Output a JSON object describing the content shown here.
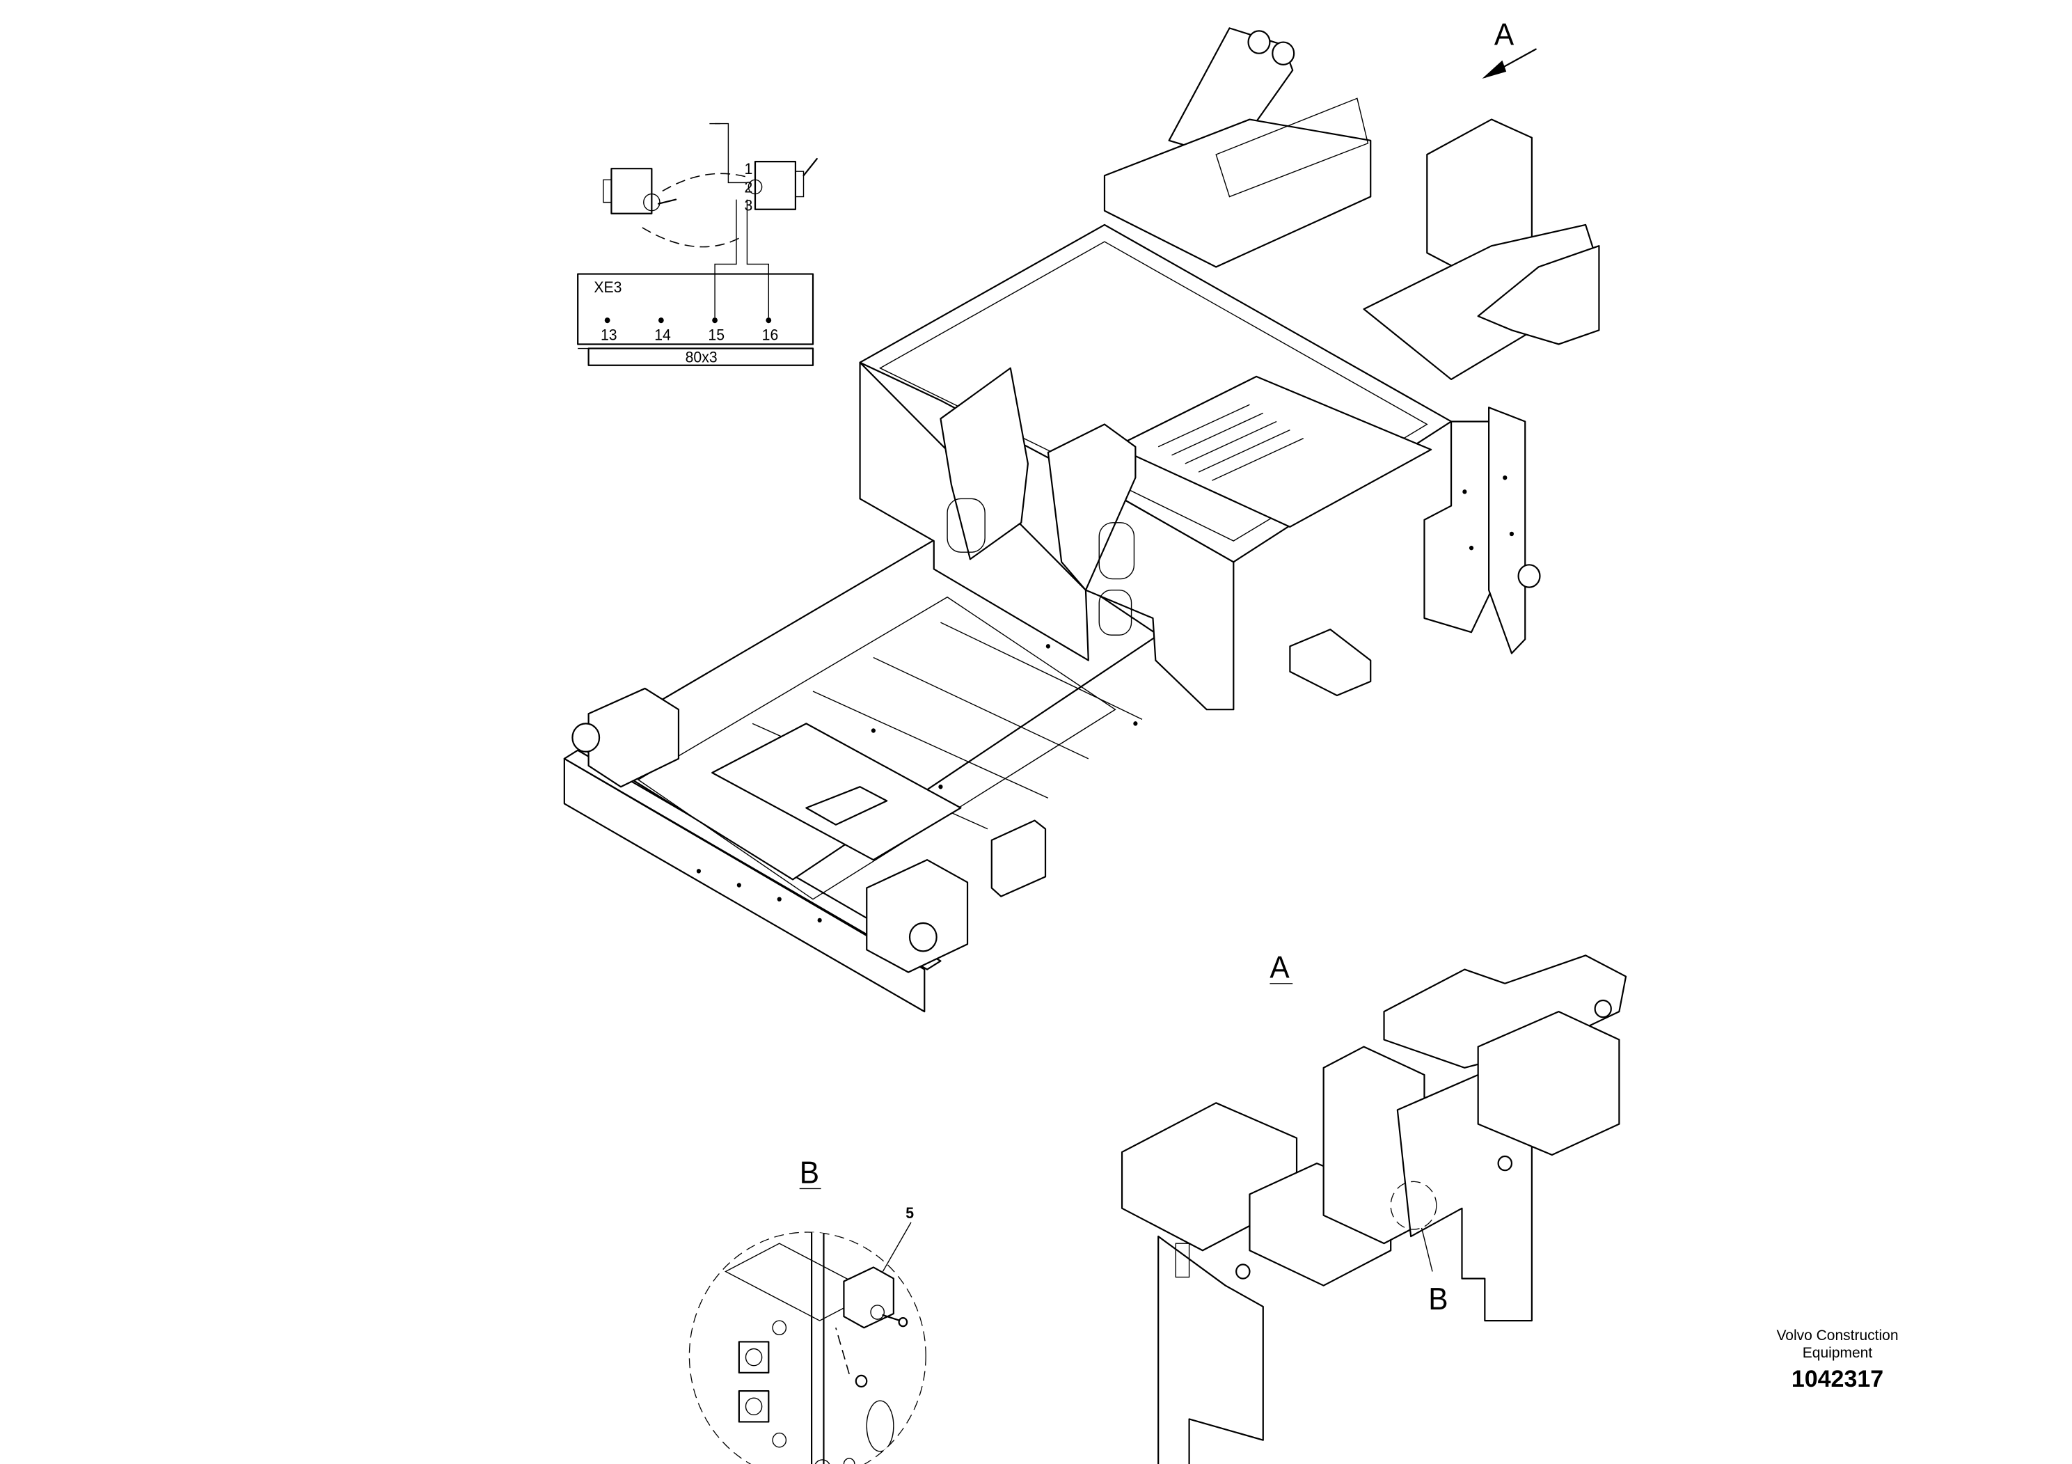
{
  "callouts": {
    "view_a_arrow": "A",
    "view_a_title": "A",
    "view_b_title": "B",
    "view_b_marker": "B",
    "item_number": "5"
  },
  "schematic": {
    "connector_id": "XE3",
    "bus_label": "80x3",
    "pins": [
      "1",
      "2",
      "3"
    ],
    "terminals": [
      "13",
      "14",
      "15",
      "16"
    ]
  },
  "footer": {
    "company_line1": "Volvo Construction",
    "company_line2": "Equipment",
    "document_number": "1042317"
  }
}
